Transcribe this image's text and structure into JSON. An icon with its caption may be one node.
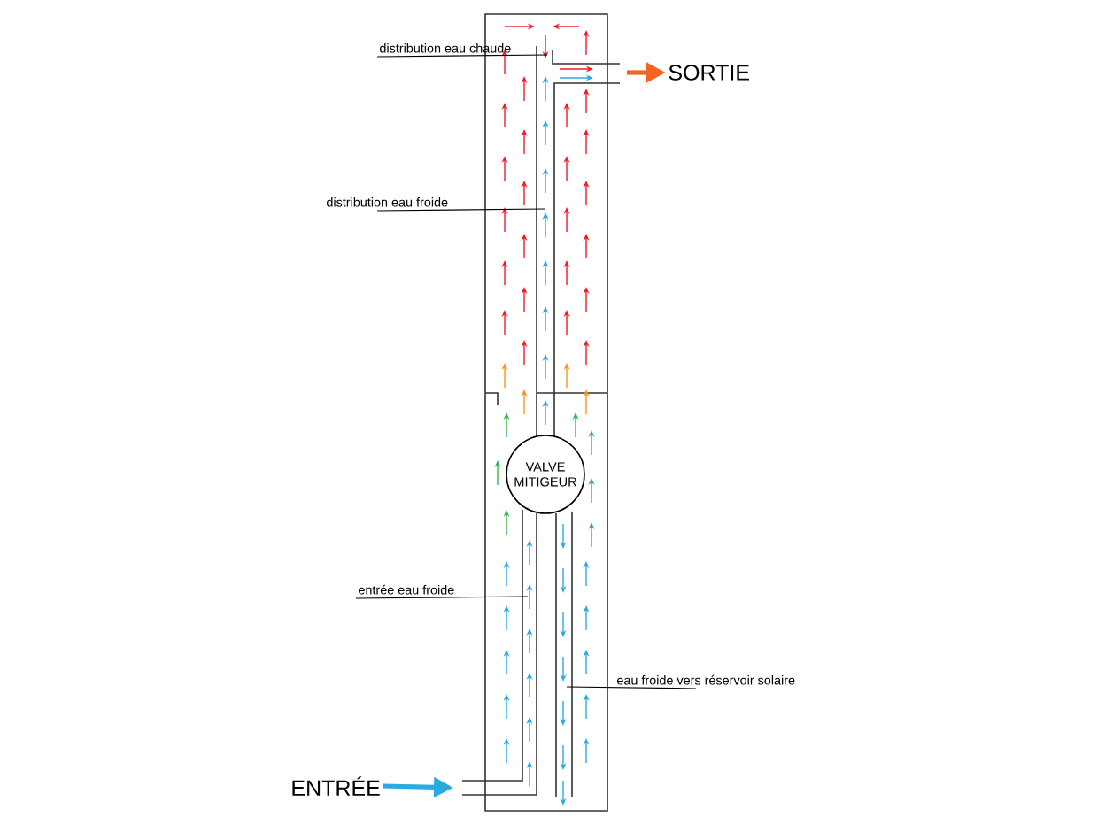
{
  "diagram": {
    "nodes": [
      {
        "text": [
          "SORTIE"
        ]
      },
      {
        "text": [
          "ENTRÉE"
        ]
      },
      {
        "text": [
          "VALVE MITIGEUR"
        ]
      },
      {
        "text": [
          "distribution eau chaude"
        ]
      },
      {
        "text": [
          "distribution eau froide"
        ]
      },
      {
        "text": [
          "entrée eau froide"
        ]
      },
      {
        "text": [
          "eau froide vers réservoir solaire"
        ]
      }
    ],
    "edges": [
      {
        "from": null,
        "to": 0,
        "arrow": "to",
        "style": "thick",
        "color": "#f26522"
      },
      {
        "from": 1,
        "to": null,
        "arrow": "to",
        "style": "thick",
        "color": "#29abe2"
      },
      {
        "from": 3,
        "to": null,
        "arrow": "none"
      },
      {
        "from": 4,
        "to": null,
        "arrow": "none"
      },
      {
        "from": 5,
        "to": null,
        "arrow": "none"
      },
      {
        "from": 6,
        "to": null,
        "arrow": "none"
      }
    ]
  }
}
